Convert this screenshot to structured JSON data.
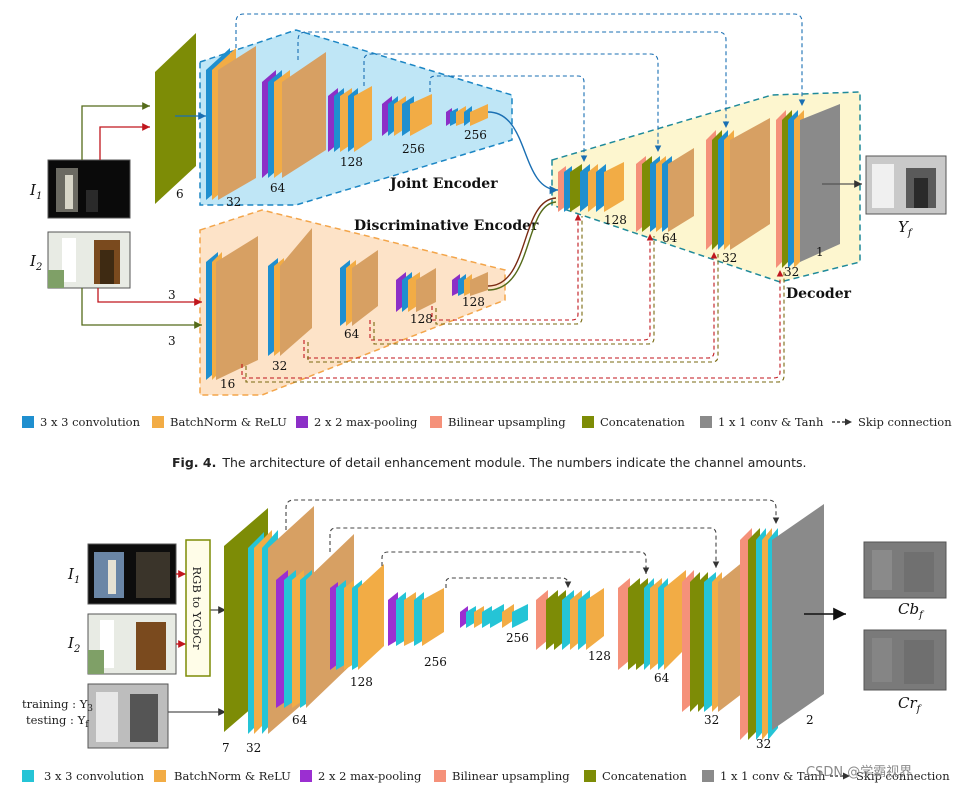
{
  "figure1": {
    "inputs": {
      "i1": "I",
      "i1_sub": "1",
      "i2": "I",
      "i2_sub": "2"
    },
    "output": {
      "y": "Y",
      "y_sub": "f"
    },
    "joint_encoder": {
      "title": "Joint Encoder",
      "channels": [
        "32",
        "64",
        "128",
        "256",
        "256"
      ]
    },
    "discriminative_encoder": {
      "title": "Discriminative Encoder",
      "channels": [
        "16",
        "32",
        "64",
        "128",
        "128"
      ]
    },
    "decoder": {
      "title": "Decoder",
      "channels": [
        "128",
        "64",
        "32",
        "32",
        "1"
      ]
    },
    "first_block_channels": "6",
    "input_arrow_labels": [
      "3",
      "3"
    ]
  },
  "legend1": [
    {
      "label": "3 x 3 convolution",
      "color": "#1f8fcf"
    },
    {
      "label": "BatchNorm & ReLU",
      "color": "#f2ac45"
    },
    {
      "label": "2 x 2 max-pooling",
      "color": "#8c2fc7"
    },
    {
      "label": "Bilinear upsampling",
      "color": "#f5917a"
    },
    {
      "label": "Concatenation",
      "color": "#7d8c06"
    },
    {
      "label": "1 x 1 conv & Tanh",
      "color": "#8a8a8a"
    },
    {
      "label": "Skip connection",
      "color": "#222222"
    }
  ],
  "caption": {
    "label": "Fig. 4.",
    "text": "The architecture of detail enhancement module. The numbers indicate the channel amounts."
  },
  "figure2": {
    "inputs": {
      "i1": "I",
      "i1_sub": "1",
      "i2": "I",
      "i2_sub": "2",
      "training": "training : Y",
      "training_sub": "3",
      "testing": "testing : Y",
      "testing_sub": "f"
    },
    "rgb_block": "RGB to YCbCr",
    "outputs": {
      "cb": "Cb",
      "cb_sub": "f",
      "cr": "Cr",
      "cr_sub": "f"
    },
    "encoder_channels": [
      "7",
      "32",
      "64",
      "128",
      "256",
      "256"
    ],
    "decoder_channels": [
      "128",
      "64",
      "32",
      "32",
      "2"
    ]
  },
  "legend2": [
    {
      "label": "3 x 3 convolution",
      "color": "#25c4d6"
    },
    {
      "label": "BatchNorm & ReLU",
      "color": "#f2ac45"
    },
    {
      "label": "2 x 2 max-pooling",
      "color": "#9b2fd1"
    },
    {
      "label": "Bilinear upsampling",
      "color": "#f5917a"
    },
    {
      "label": "Concatenation",
      "color": "#7d8c06"
    },
    {
      "label": "1 x 1 conv & Tanh",
      "color": "#8a8a8a"
    },
    {
      "label": "Skip connection",
      "color": "#222222"
    }
  ],
  "watermark": "CSDN @学霸视界",
  "colors": {
    "joint_bg": "#bfe6f6",
    "joint_border": "#1c86c4",
    "disc_bg": "#fde3c8",
    "disc_border": "#f3a54a",
    "dec_bg": "#fdf6cf",
    "dec_border": "#1f8a9a",
    "olive": "#7d8c06",
    "orange": "#d7a063",
    "purple": "#8c2fc7"
  }
}
